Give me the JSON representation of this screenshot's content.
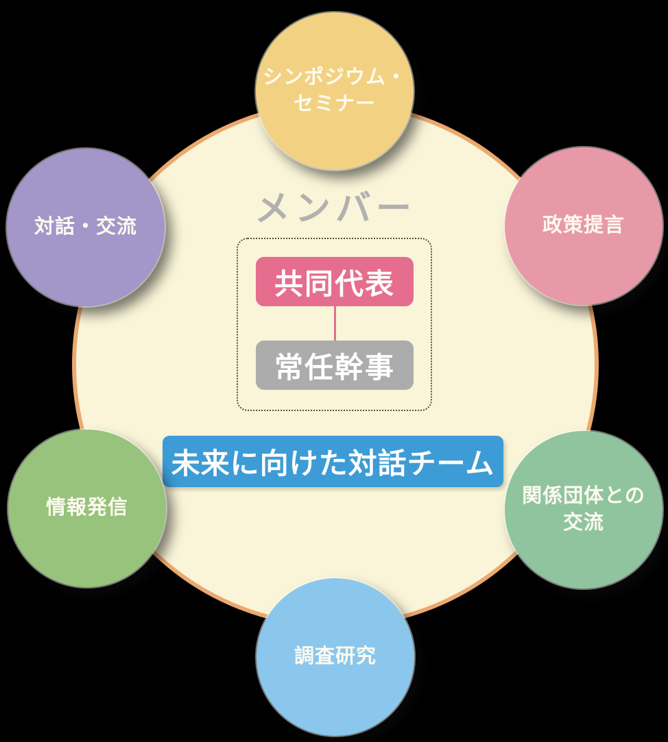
{
  "background_color": "#000000",
  "center_circle": {
    "title": "メンバー",
    "fill_color": "#FAF5D8",
    "border_color": "#EBA96F",
    "title_color": "#B1B1B1",
    "leadership": {
      "co_representative": "共同代表",
      "co_representative_color": "#E56D8E",
      "standing_secretary": "常任幹事",
      "standing_secretary_color": "#ACACAC",
      "connector_color": "#E0708E"
    },
    "banner": {
      "label": "未来に向けた対話チーム",
      "color": "#3D9BD5"
    }
  },
  "satellites": [
    {
      "id": "symposium-seminar",
      "label": "シンポジウム・\nセミナー",
      "color": "#F2D282",
      "position": "top"
    },
    {
      "id": "dialogue-exchange",
      "label": "対話・交流",
      "color": "#A396C8",
      "position": "upper-left"
    },
    {
      "id": "policy-proposal",
      "label": "政策提言",
      "color": "#E899A7",
      "position": "upper-right"
    },
    {
      "id": "information-dissemination",
      "label": "情報発信",
      "color": "#97C37C",
      "position": "lower-left"
    },
    {
      "id": "related-organizations-exchange",
      "label": "関係団体との\n交流",
      "color": "#8FC49E",
      "position": "lower-right"
    },
    {
      "id": "research-study",
      "label": "調査研究",
      "color": "#8BC7EC",
      "position": "bottom"
    }
  ]
}
